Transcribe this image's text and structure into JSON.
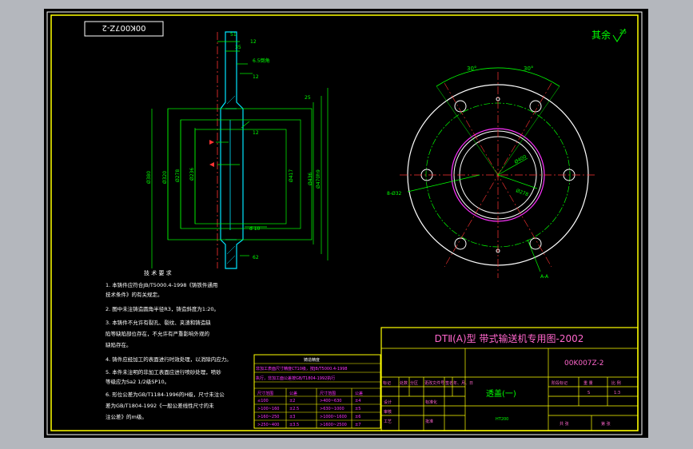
{
  "drawing": {
    "rev_number": "00K007Z-2",
    "surface_note": "其余",
    "surface_note_value": "25",
    "dims": {
      "top_51": "51",
      "top_35": "35",
      "chamfer": "6.5倒角",
      "thk_12": "12",
      "ra_12": "12",
      "ra_25": "25",
      "d10": "d 10",
      "ra_bottom": "62",
      "left_dia_1": "Ø380",
      "left_dia_2": "Ø320",
      "left_dia_3": "Ø278",
      "left_dia_4": "Ø236",
      "right_dia_1": "Ø417",
      "right_dia_2": "Ø436",
      "right_dia_3": "Ø470h9",
      "pcd": "Ø400",
      "bore": "Ø278",
      "hole_note": "8-Ø32",
      "section_note": "A-A",
      "angle_1": "30°",
      "angle_2": "30°"
    },
    "tech_req": {
      "title": "技 术 要 求",
      "items": [
        "1. 本铸件应符合JB/T5000.4-1998《铸铁件通用",
        "   技术条件》的有关规定。",
        "2. 图中未注铸造圆角半径R3，铸造斜度为1:20。",
        "3. 本铸件不允许有裂孔、裂纹、夹渣和铸造缺",
        "   陷等缺陷部位存在，不允许有严重影响外观的",
        "   缺陷存在。",
        "4. 铸件应经加工的表面进行时效处理，以消除内应力。",
        "5. 本件未注明的非加工表面应进行喷砂处理，喷砂",
        "   等级应为Sa2 1/2级SP10。",
        "6. 形位公差为GB/T1184-1996的H级，尺寸未注公",
        "   差为GB/T1804-1992《一般公差线性尺寸的未",
        "   注公差》的m级。"
      ]
    },
    "title_block": {
      "main_title": "DTⅡ(A)型  带式输送机专用图-2002",
      "drawing_no": "00K007Z-2",
      "part_name": "透盖(一)",
      "material": "HT200",
      "header_cells": [
        "标记",
        "处数",
        "分区",
        "更改文件号",
        "签名",
        "年、月、日"
      ],
      "role_design": "设计",
      "role_std": "标准化",
      "role_check": "审核",
      "role_process": "工艺",
      "role_approve": "批准",
      "stage": "阶段标记",
      "weight": "重 量",
      "scale": "比 例",
      "scale_value": "1:3",
      "sheet_total": "共  张",
      "sheet_num": "第  张",
      "stage_value": "S"
    },
    "small_table": {
      "title": "铸造精度",
      "line1": "非加工表面尺寸精度CT10级，按JB/T5000.4-1998",
      "line2": "执行，非加工面公差按GB/T1804-1992执行",
      "header": [
        "尺寸范围",
        "公差",
        "尺寸范围",
        "公差"
      ],
      "rows": [
        [
          "≤100",
          "±2",
          ">400~630",
          "±4"
        ],
        [
          ">100~160",
          "±2.5",
          ">630~1000",
          "±5"
        ],
        [
          ">160~250",
          "±3",
          ">1000~1600",
          "±6"
        ],
        [
          ">250~400",
          "±3.5",
          ">1600~2500",
          "±7"
        ]
      ]
    }
  }
}
